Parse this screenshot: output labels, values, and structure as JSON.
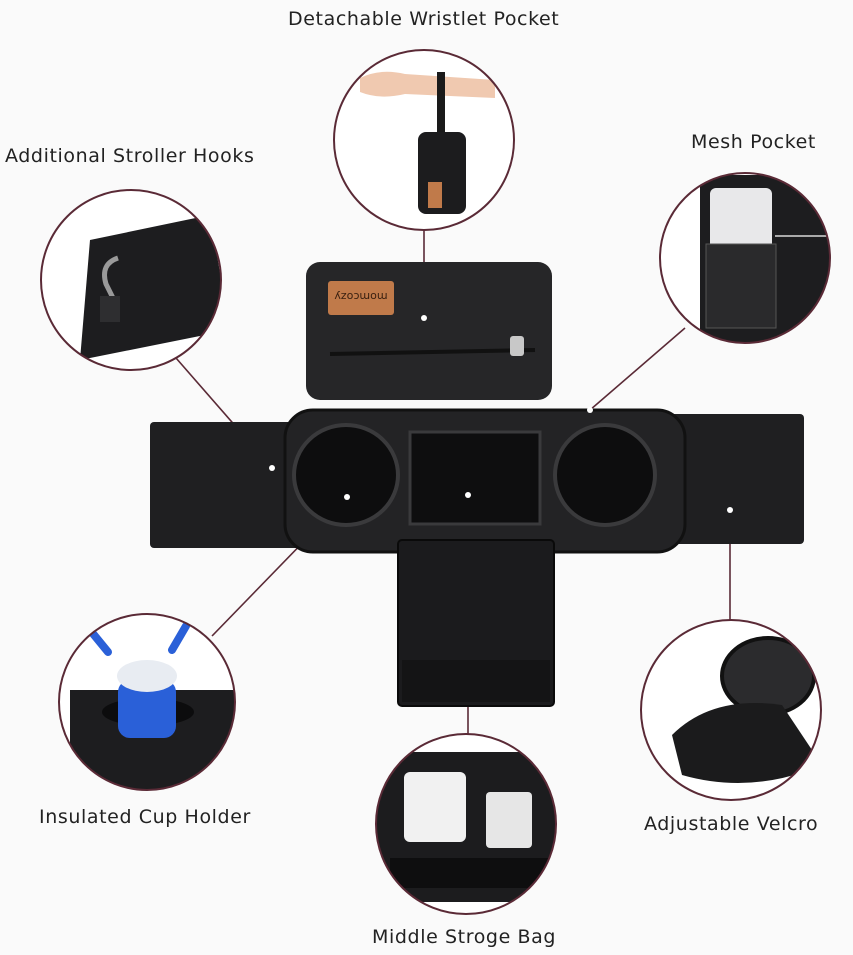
{
  "labels": {
    "wristlet": "Detachable Wristlet Pocket",
    "hooks": "Additional Stroller Hooks",
    "mesh": "Mesh Pocket",
    "cup": "Insulated Cup Holder",
    "velcro": "Adjustable Velcro",
    "middle": "Middle Stroge Bag"
  },
  "brand_tag": "momcozy",
  "colors": {
    "background": "#fafafa",
    "bag": "#1c1c1e",
    "leader": "#5a2a36",
    "tag": "#c07a4a"
  }
}
